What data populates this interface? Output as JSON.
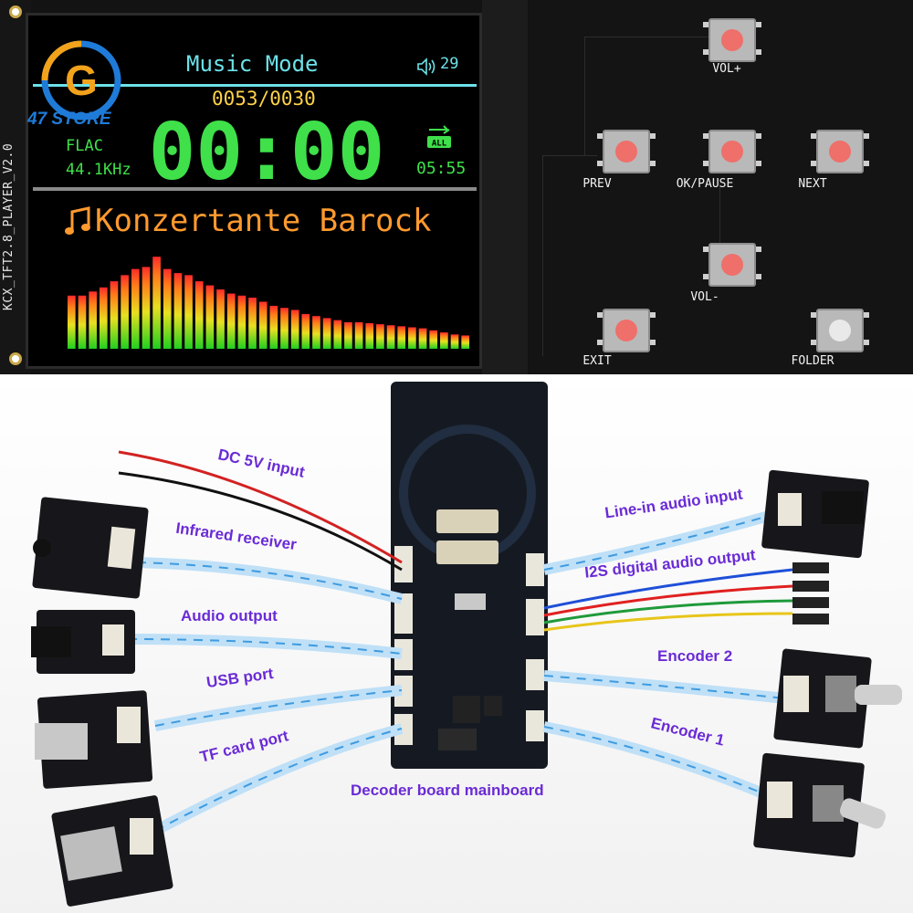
{
  "store": {
    "name": "47 STORE",
    "logo_letter": "G"
  },
  "silkscreen": {
    "board_label": "KCX_TFT2.8_PLAYER_V2.0"
  },
  "display": {
    "mode_title": "Music Mode",
    "volume": "29",
    "track_counter": "0053/0030",
    "format": "FLAC",
    "sample_rate": "44.1KHz",
    "time": "00:00",
    "repeat_badge": "ALL",
    "clock": "05:55",
    "song_title": "Konzertante Barock",
    "spectrum_levels": [
      0.52,
      0.52,
      0.56,
      0.6,
      0.66,
      0.72,
      0.78,
      0.8,
      0.9,
      0.78,
      0.74,
      0.72,
      0.66,
      0.62,
      0.58,
      0.54,
      0.52,
      0.5,
      0.46,
      0.42,
      0.4,
      0.38,
      0.34,
      0.32,
      0.3,
      0.28,
      0.26,
      0.26,
      0.25,
      0.24,
      0.23,
      0.22,
      0.21,
      0.2,
      0.18,
      0.16,
      0.14,
      0.13
    ],
    "colors": {
      "mode": "#6de1e8",
      "counter": "#ffd34a",
      "time": "#3fe04a",
      "title": "#ff9a2e"
    }
  },
  "buttons": [
    {
      "id": "vol-up",
      "label": "VOL+",
      "cap_color": "#ef6f6a"
    },
    {
      "id": "prev",
      "label": "PREV",
      "cap_color": "#ef6f6a"
    },
    {
      "id": "ok-pause",
      "label": "OK/PAUSE",
      "cap_color": "#ef6f6a"
    },
    {
      "id": "next",
      "label": "NEXT",
      "cap_color": "#ef6f6a"
    },
    {
      "id": "vol-down",
      "label": "VOL-",
      "cap_color": "#ef6f6a"
    },
    {
      "id": "exit",
      "label": "EXIT",
      "cap_color": "#ef6f6a"
    },
    {
      "id": "folder",
      "label": "FOLDER",
      "cap_color": "#e9e9e9"
    }
  ],
  "connections": {
    "dc_input": "DC 5V input",
    "infrared": "Infrared receiver",
    "audio_output": "Audio output",
    "usb": "USB port",
    "tf_card": "TF card port",
    "mainboard": "Decoder board mainboard",
    "line_in": "Line-in audio input",
    "i2s": "I2S digital audio output",
    "encoder2": "Encoder 2",
    "encoder1": "Encoder 1"
  },
  "label_color": "#6a2bd6"
}
